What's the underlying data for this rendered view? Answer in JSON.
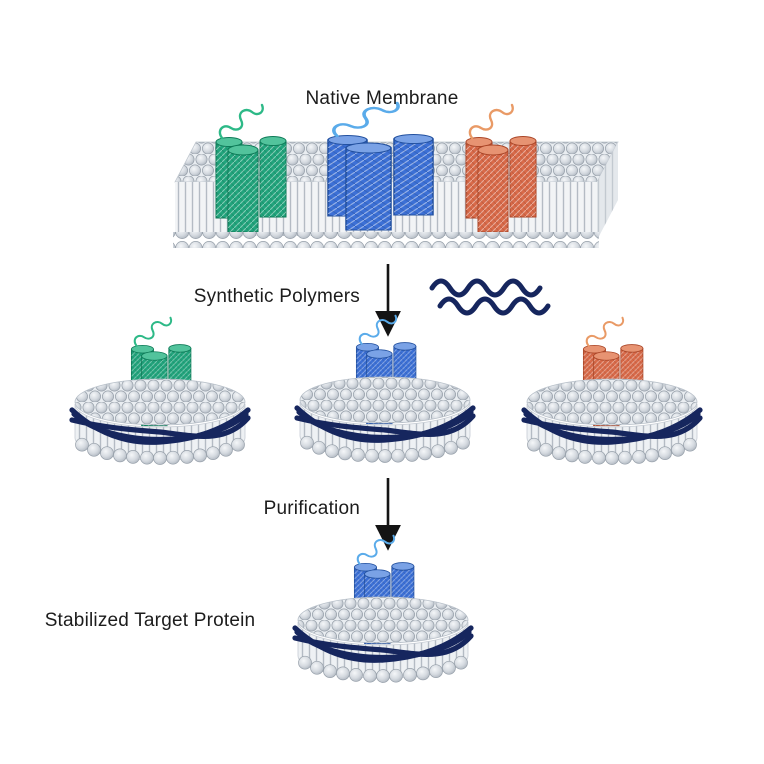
{
  "diagram": {
    "title": "Native Membrane",
    "step1_label": "Synthetic Polymers",
    "step2_label": "Purification",
    "result_label": "Stabilized Target Protein"
  },
  "icons": {
    "arrow": "down-arrow-icon",
    "polymer": "polymer-squiggle-icon"
  },
  "colors": {
    "polymer_navy": "#16265e",
    "protein_green": "#21a47c",
    "protein_blue": "#3c70d6",
    "protein_orange": "#d96a49",
    "lipid_gray": "#ccd3da",
    "background": "#ffffff",
    "text": "#1c1c1c",
    "arrow": "#141414"
  }
}
